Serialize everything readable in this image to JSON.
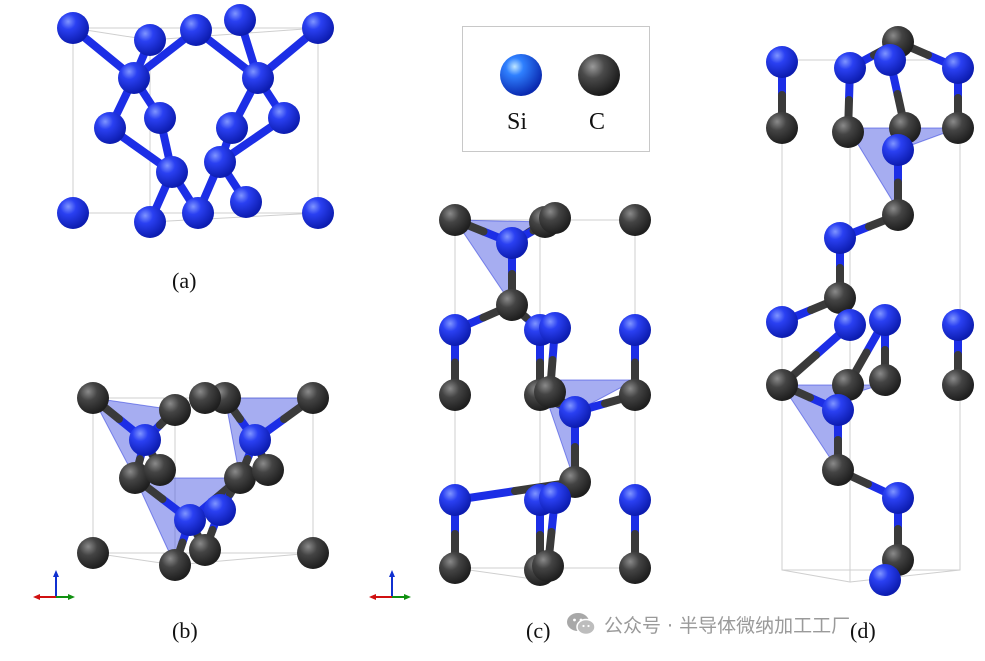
{
  "captions": {
    "a": "(a)",
    "b": "(b)",
    "c": "(c)",
    "d": "(d)"
  },
  "legend": {
    "si_label": "Si",
    "c_label": "C"
  },
  "watermark": {
    "text": "公众号 · 半导体微纳加工工厂",
    "icon": "wechat-icon"
  },
  "colors": {
    "si": "#1c2ee6",
    "c": "#3a3a3a",
    "bond_si": "#1c2ee6",
    "tetra": "#3a4ae0",
    "cell_edge": "#cfcfcf",
    "axis_x": "#d01010",
    "axis_y": "#109010",
    "axis_z": "#1030d0"
  }
}
